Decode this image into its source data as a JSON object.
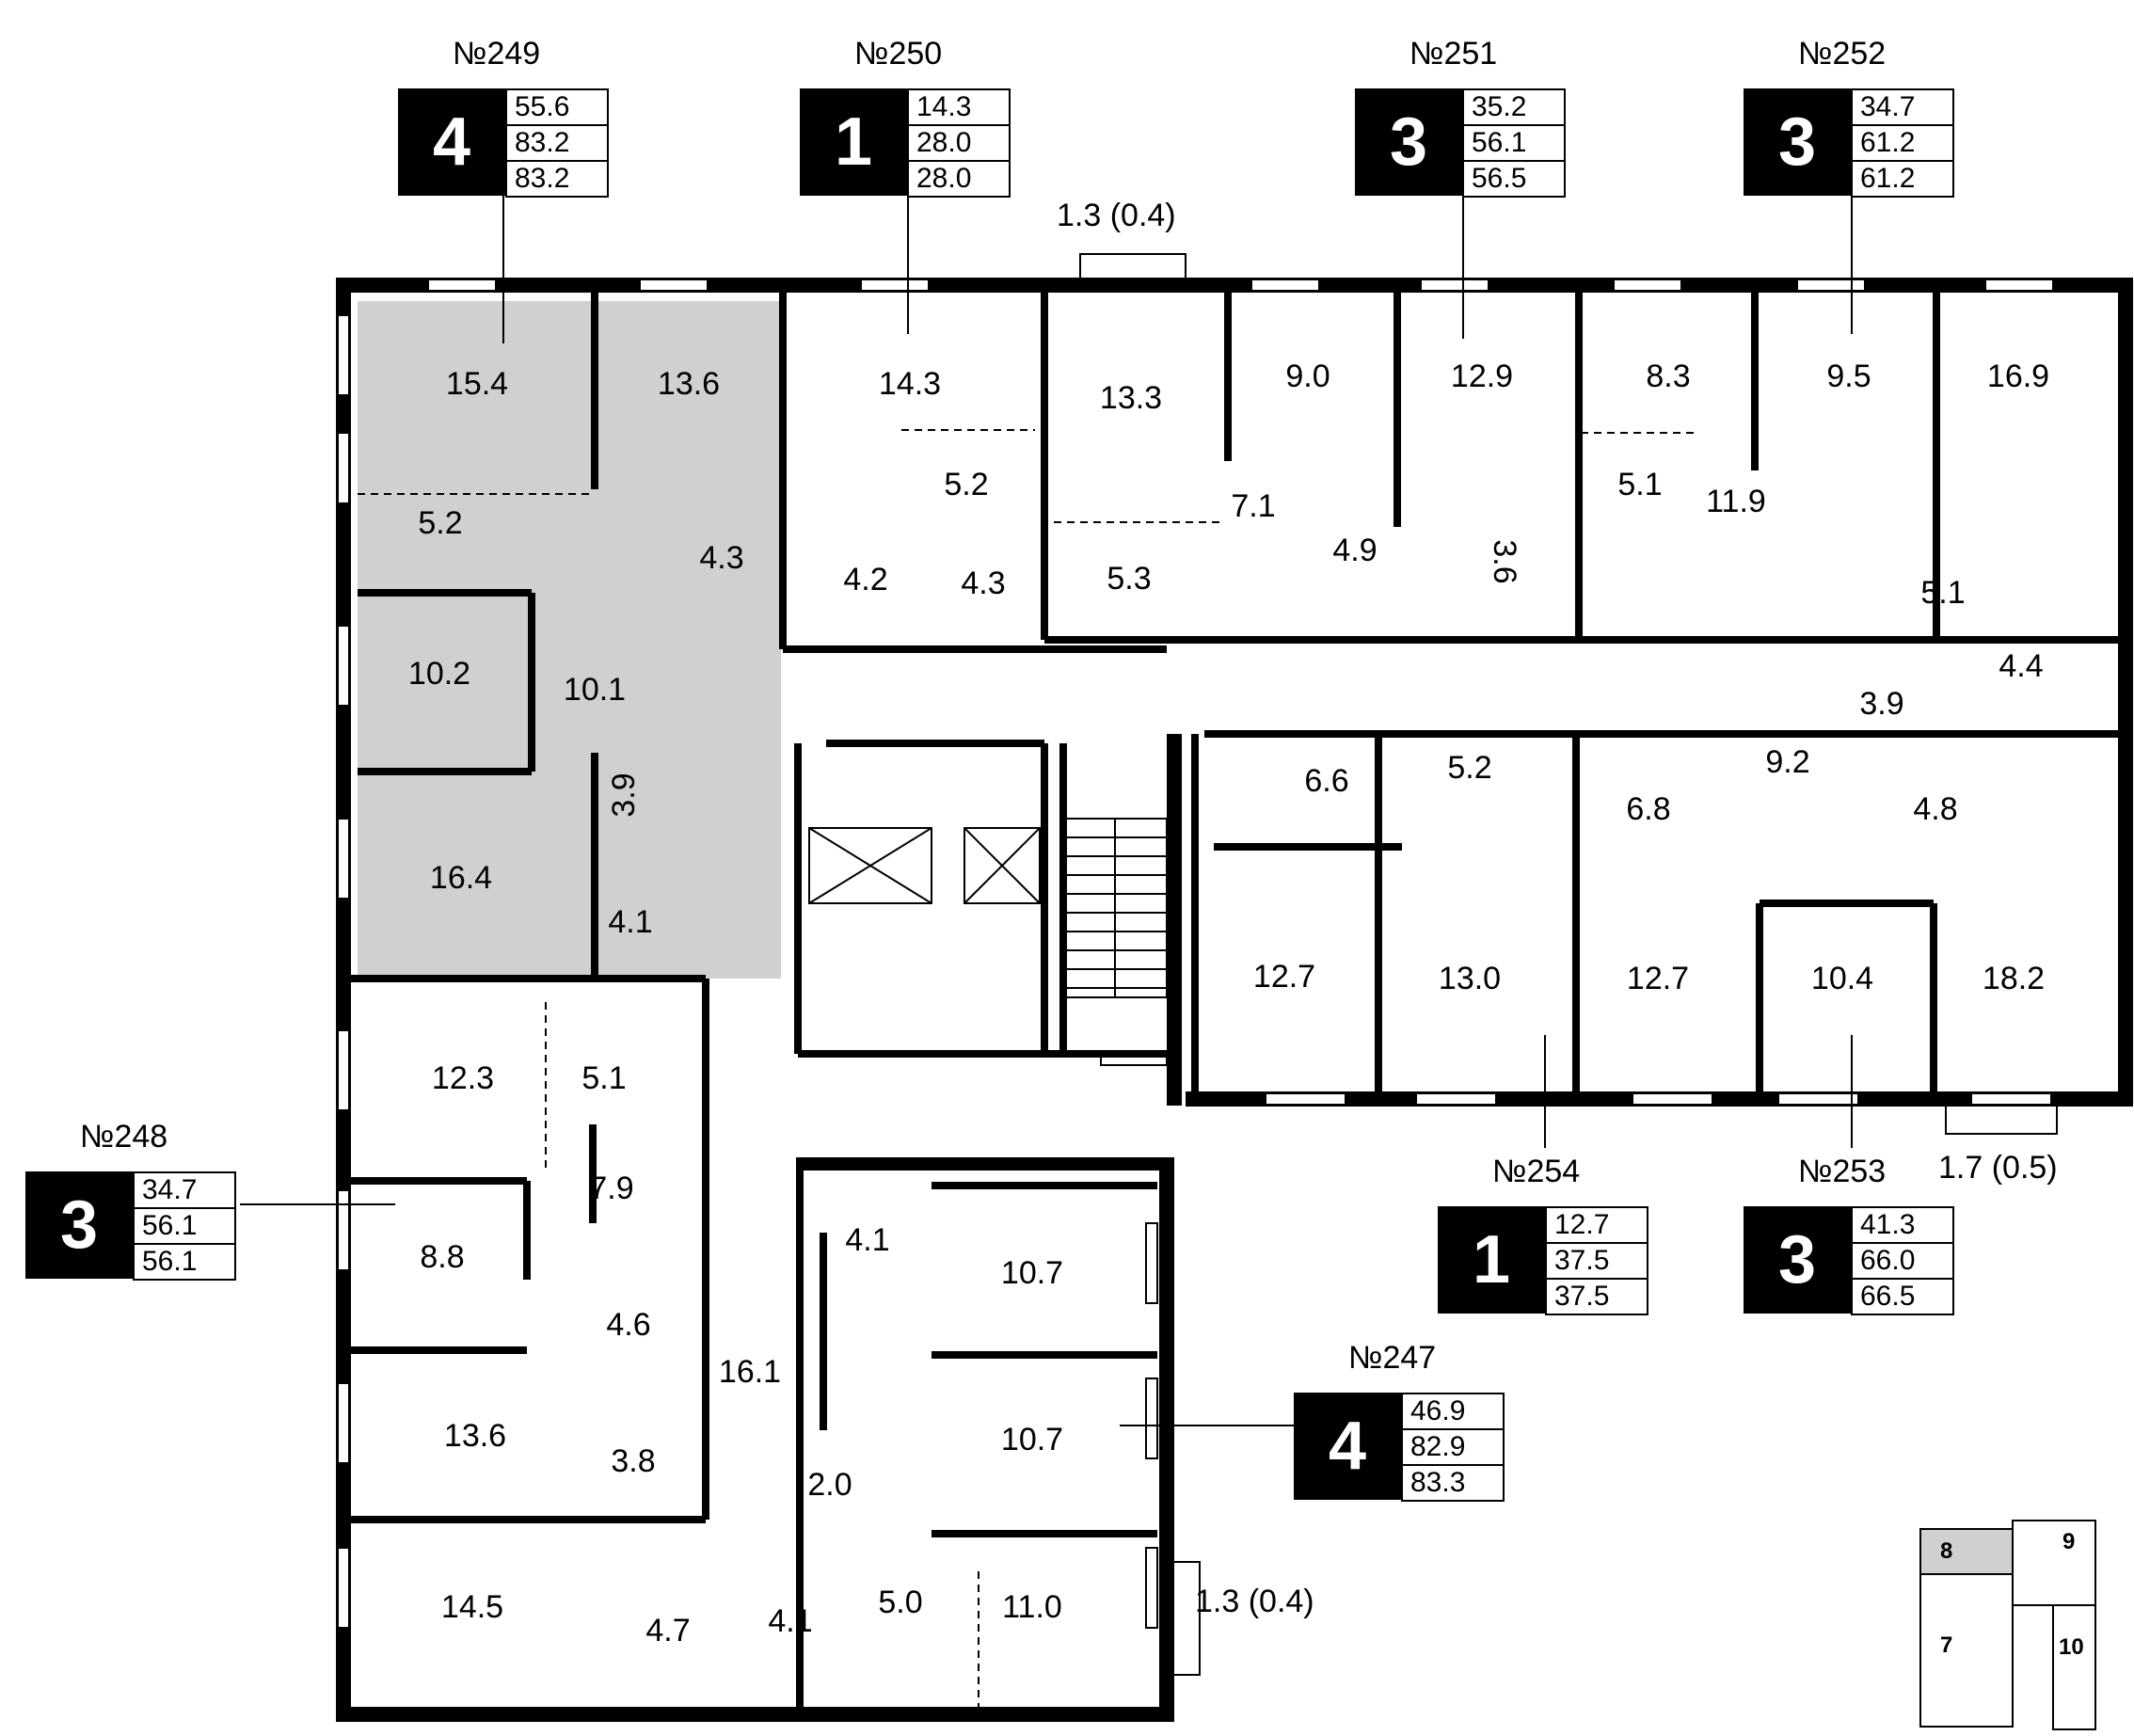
{
  "apartments": [
    {
      "number": "№249",
      "rooms": "4",
      "areas": [
        "55.6",
        "83.2",
        "83.2"
      ]
    },
    {
      "number": "№250",
      "rooms": "1",
      "areas": [
        "14.3",
        "28.0",
        "28.0"
      ]
    },
    {
      "number": "№251",
      "rooms": "3",
      "areas": [
        "35.2",
        "56.1",
        "56.5"
      ]
    },
    {
      "number": "№252",
      "rooms": "3",
      "areas": [
        "34.7",
        "61.2",
        "61.2"
      ]
    },
    {
      "number": "№248",
      "rooms": "3",
      "areas": [
        "34.7",
        "56.1",
        "56.1"
      ]
    },
    {
      "number": "№254",
      "rooms": "1",
      "areas": [
        "12.7",
        "37.5",
        "37.5"
      ]
    },
    {
      "number": "№253",
      "rooms": "3",
      "areas": [
        "41.3",
        "66.0",
        "66.5"
      ]
    },
    {
      "number": "№247",
      "rooms": "4",
      "areas": [
        "46.9",
        "82.9",
        "83.3"
      ]
    }
  ],
  "balconies": [
    "1.3 (0.4)",
    "1.7 (0.5)",
    "1.3 (0.4)"
  ],
  "rooms": [
    "15.4",
    "13.6",
    "14.3",
    "13.3",
    "9.0",
    "12.9",
    "8.3",
    "9.5",
    "16.9",
    "5.2",
    "4.3",
    "5.2",
    "4.2",
    "4.3",
    "5.3",
    "7.1",
    "4.9",
    "3.6",
    "5.1",
    "11.9",
    "5.1",
    "4.4",
    "10.2",
    "10.1",
    "3.9",
    "16.4",
    "4.1",
    "6.6",
    "5.2",
    "6.8",
    "9.2",
    "3.9",
    "4.8",
    "12.7",
    "13.0",
    "12.7",
    "10.4",
    "18.2",
    "12.3",
    "5.1",
    "7.9",
    "8.8",
    "4.6",
    "13.6",
    "3.8",
    "16.1",
    "4.1",
    "10.7",
    "10.7",
    "2.0",
    "14.5",
    "4.7",
    "4.1",
    "5.0",
    "11.0"
  ],
  "keymap": {
    "sections": [
      "8",
      "9",
      "7",
      "10"
    ],
    "highlight": "8"
  },
  "colors": {
    "highlight": "#d0d0d0",
    "wall": "#000000"
  }
}
